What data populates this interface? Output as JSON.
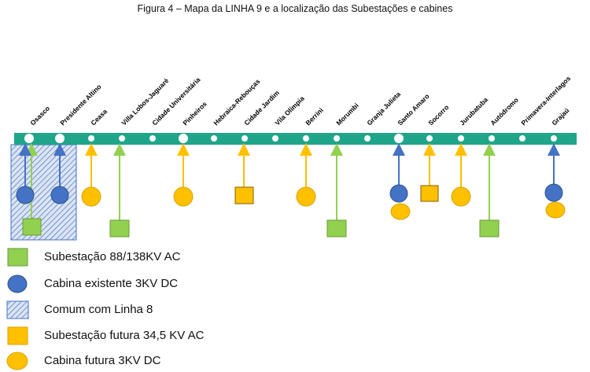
{
  "figure_title": "Figura 4 – Mapa da LINHA 9 e a localização das Subestações e cabines",
  "colors": {
    "line_bar": "#1fa58a",
    "existing_cabin": "#4472c4",
    "future_item": "#ffc000",
    "ac_substation": "#92d050",
    "shared_hatch": "#4472c4"
  },
  "stations": [
    {
      "name": "Osasco"
    },
    {
      "name": "Presidente Altino"
    },
    {
      "name": "Ceasa"
    },
    {
      "name": "Villa Lobos-Jaguaré"
    },
    {
      "name": "Cidade Universitária"
    },
    {
      "name": "Pinheiros"
    },
    {
      "name": "Hebraica-Rebouças"
    },
    {
      "name": "Cidade Jardim"
    },
    {
      "name": "Vila Olímpia"
    },
    {
      "name": "Berrini"
    },
    {
      "name": "Morumbi"
    },
    {
      "name": "Granja Julieta"
    },
    {
      "name": "Santo Amaro"
    },
    {
      "name": "Socorro"
    },
    {
      "name": "Jurubatuba"
    },
    {
      "name": "Autódromo"
    },
    {
      "name": "Primavera-Interlagos"
    },
    {
      "name": "Grajaú"
    }
  ],
  "legend": [
    {
      "key": "ac_substation",
      "label": "Subestação 88/138KV AC"
    },
    {
      "key": "existing_cabin",
      "label": "Cabina existente 3KV DC"
    },
    {
      "key": "shared_line8",
      "label": "Comum com Linha 8"
    },
    {
      "key": "future_substation",
      "label": "Subestação futura 34,5 KV AC"
    },
    {
      "key": "future_cabin",
      "label": "Cabina futura 3KV DC"
    }
  ]
}
